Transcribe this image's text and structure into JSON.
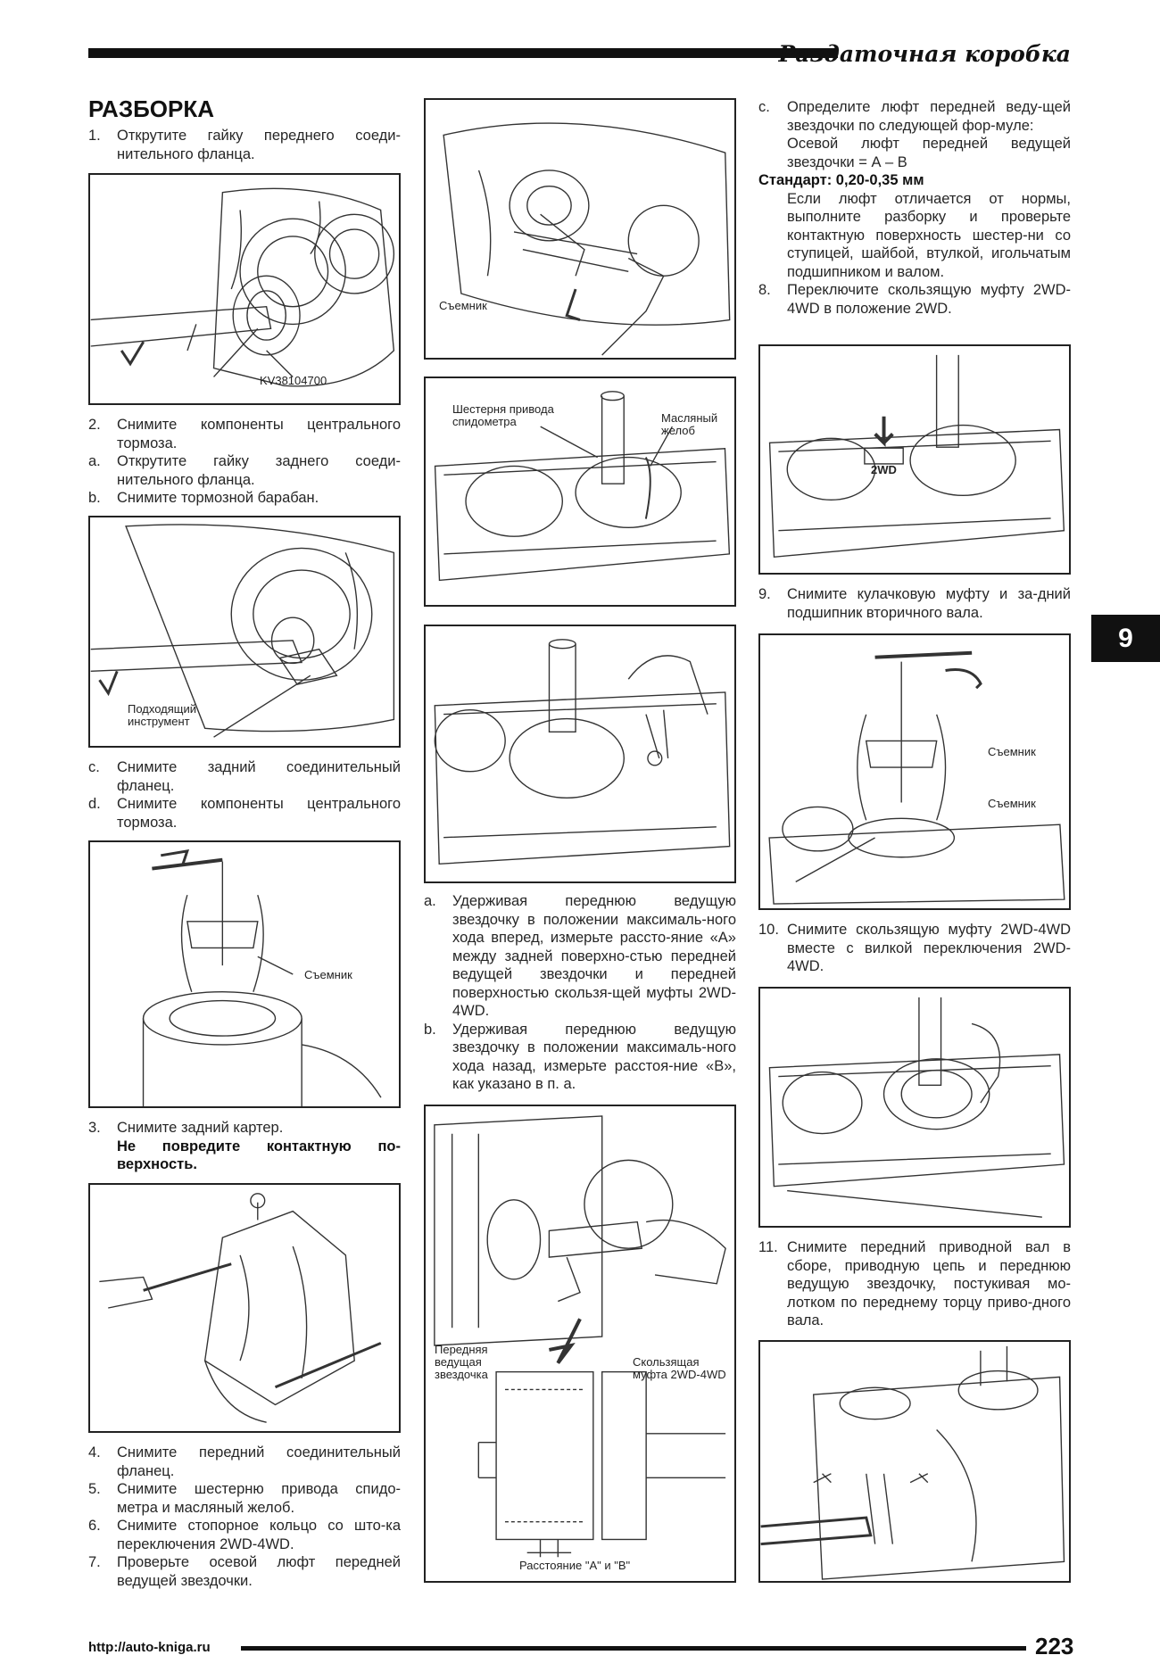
{
  "header": {
    "title": "Раздаточная коробка"
  },
  "section_title": "РАЗБОРКА",
  "tab_number": "9",
  "col1": {
    "step1": {
      "n": "1.",
      "text": "Открутите гайку переднего соеди-нительного фланца."
    },
    "fig1_label": "KV38104700",
    "step2": {
      "n": "2.",
      "text": "Снимите компоненты центрального тормоза."
    },
    "step2a": {
      "n": "a.",
      "text": "Открутите гайку заднего соеди-нительного фланца."
    },
    "step2b": {
      "n": "b.",
      "text": "Снимите тормозной барабан."
    },
    "fig2_label": "Подходящий инструмент",
    "step2c": {
      "n": "c.",
      "text": "Снимите задний соединительный фланец."
    },
    "step2d": {
      "n": "d.",
      "text": "Снимите компоненты центрального тормоза."
    },
    "fig3_label": "Съемник",
    "step3": {
      "n": "3.",
      "text": "Снимите задний картер."
    },
    "step3_bold": "Не повредите контактную по-верхность.",
    "step4": {
      "n": "4.",
      "text": "Снимите передний соединительный фланец."
    },
    "step5": {
      "n": "5.",
      "text": "Снимите шестерню привода спидо-метра и масляный желоб."
    },
    "step6": {
      "n": "6.",
      "text": "Снимите стопорное кольцо со што-ка переключения 2WD-4WD."
    },
    "step7": {
      "n": "7.",
      "text": "Проверьте осевой люфт передней ведущей звездочки."
    }
  },
  "col2": {
    "fig5_label": "Съемник",
    "fig6_label_gear": "Шестерня привода спидометра",
    "fig6_label_oil": "Масляный желоб",
    "step7a": {
      "n": "a.",
      "text": "Удерживая переднюю ведущую звездочку в положении максималь-ного хода вперед, измерьте рассто-яние «А» между задней поверхно-стью передней ведущей звездочки и передней поверхностью скользя-щей муфты 2WD-4WD."
    },
    "step7b": {
      "n": "b.",
      "text": "Удерживая переднюю ведущую звездочку в положении максималь-ного хода назад, измерьте расстоя-ние «В», как указано в п. а."
    },
    "fig8_label_front": "Передняя ведущая звездочка",
    "fig8_label_sleeve": "Скользящая муфта 2WD-4WD",
    "fig8_label_dist": "Расстояние \"А\" и \"В\""
  },
  "col3": {
    "step7c": {
      "n": "c.",
      "text": "Определите люфт передней веду-щей звездочки по следующей фор-муле:"
    },
    "formula": "Осевой люфт передней ведущей звездочки = А – В",
    "standard": "Стандарт: 0,20-0,35 мм",
    "std_note": "Если люфт отличается от нормы, выполните разборку и проверьте контактную поверхность шестер-ни со ступицей, шайбой, втулкой, игольчатым подшипником и валом.",
    "step8": {
      "n": "8.",
      "text": "Переключите скользящую муфту 2WD-4WD в положение 2WD."
    },
    "fig9_label": "2WD",
    "step9": {
      "n": "9.",
      "text": "Снимите кулачковую муфту и за-дний подшипник вторичного вала."
    },
    "fig10_label1": "Съемник",
    "fig10_label2": "Съемник",
    "step10": {
      "n": "10.",
      "text": "Снимите скользящую муфту 2WD-4WD вместе с вилкой переключения 2WD-4WD."
    },
    "step11": {
      "n": "11.",
      "text": "Снимите передний приводной вал в сборе, приводную цепь и переднюю ведущую звездочку, постукивая мо-лотком по переднему торцу приво-дного вала."
    }
  },
  "footer": {
    "url": "http://auto-kniga.ru",
    "page": "223"
  }
}
